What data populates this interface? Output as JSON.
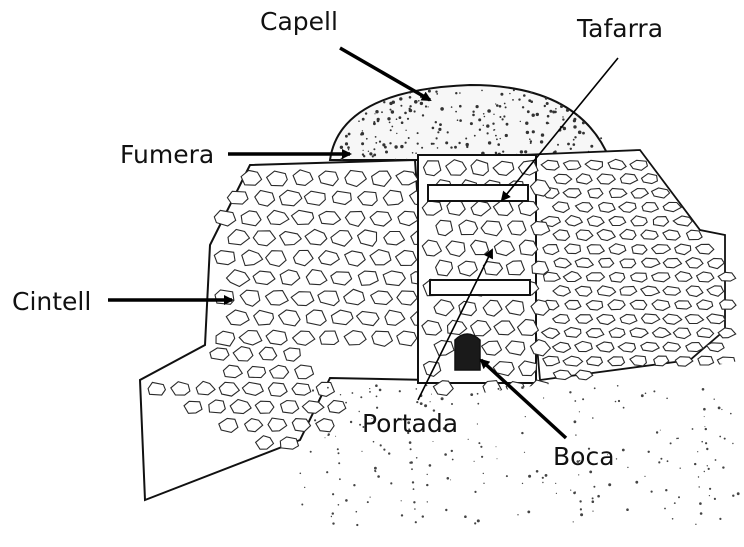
{
  "labels": {
    "capell": "Capell",
    "tafarra": "Tafarra",
    "fumera": "Fumera",
    "cintell": "Cintell",
    "portada": "Portada",
    "boca": "Boca"
  },
  "colors": {
    "ink": "#111111",
    "paper": "#ffffff"
  }
}
